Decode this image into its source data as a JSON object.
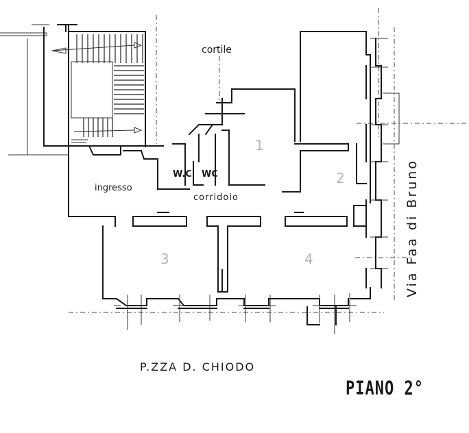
{
  "plan": {
    "courtyard_label": "cortile",
    "wc_left_label": "W.C",
    "wc_right_label": "WC",
    "entrance_label": "ingresso",
    "corridor_label": "corridoio",
    "square_label": "P.ZZA   D. CHIODO",
    "street_label": "Via  Faa di Bruno",
    "floor_label": "PIANO 2°",
    "room_numbers": [
      "1",
      "2",
      "3",
      "4"
    ]
  }
}
